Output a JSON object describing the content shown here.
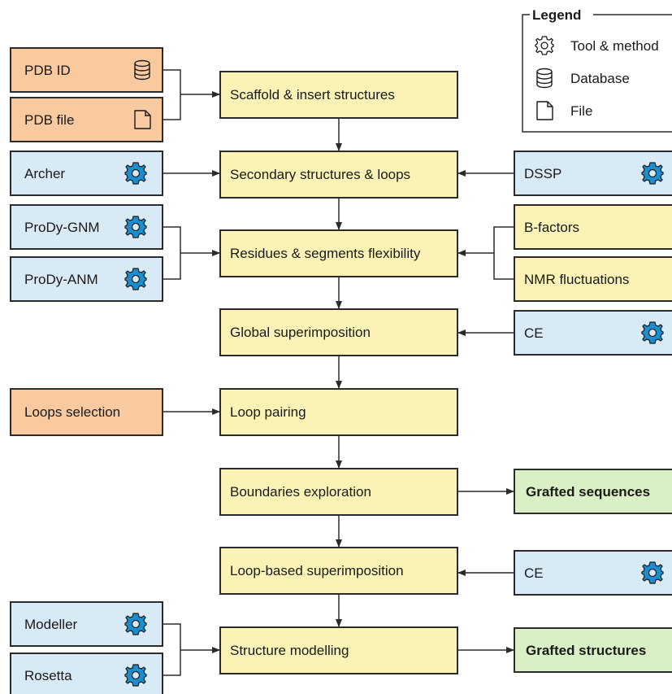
{
  "legend": {
    "title": "Legend",
    "items": [
      {
        "icon": "gear-icon",
        "label": "Tool & method"
      },
      {
        "icon": "database-icon",
        "label": "Database"
      },
      {
        "icon": "file-icon",
        "label": "File"
      }
    ]
  },
  "colors": {
    "input": "#f9c9a0",
    "tool": "#d9eaf7",
    "step": "#fbf3b5",
    "output": "#d8f0c3",
    "gear": "#1a8fcf"
  },
  "steps": [
    "Scaffold & insert structures",
    "Secondary structures & loops",
    "Residues & segments flexibility",
    "Global superimposition",
    "Loop pairing",
    "Boundaries exploration",
    "Loop-based superimposition",
    "Structure modelling"
  ],
  "left_inputs": [
    {
      "label": "PDB ID",
      "icon": "database-icon"
    },
    {
      "label": "PDB file",
      "icon": "file-icon"
    },
    {
      "label": "Archer",
      "icon": "gear-icon"
    },
    {
      "label": "ProDy-GNM",
      "icon": "gear-icon"
    },
    {
      "label": "ProDy-ANM",
      "icon": "gear-icon"
    },
    {
      "label": "Loops selection",
      "icon": ""
    },
    {
      "label": "Modeller",
      "icon": "gear-icon"
    },
    {
      "label": "Rosetta",
      "icon": "gear-icon"
    }
  ],
  "right_inputs": [
    {
      "label": "DSSP",
      "icon": "gear-icon"
    },
    {
      "label": "B-factors",
      "icon": ""
    },
    {
      "label": "NMR fluctuations",
      "icon": ""
    },
    {
      "label": "CE",
      "icon": "gear-icon"
    },
    {
      "label": "CE",
      "icon": "gear-icon"
    }
  ],
  "outputs": [
    "Grafted sequences",
    "Grafted structures"
  ]
}
